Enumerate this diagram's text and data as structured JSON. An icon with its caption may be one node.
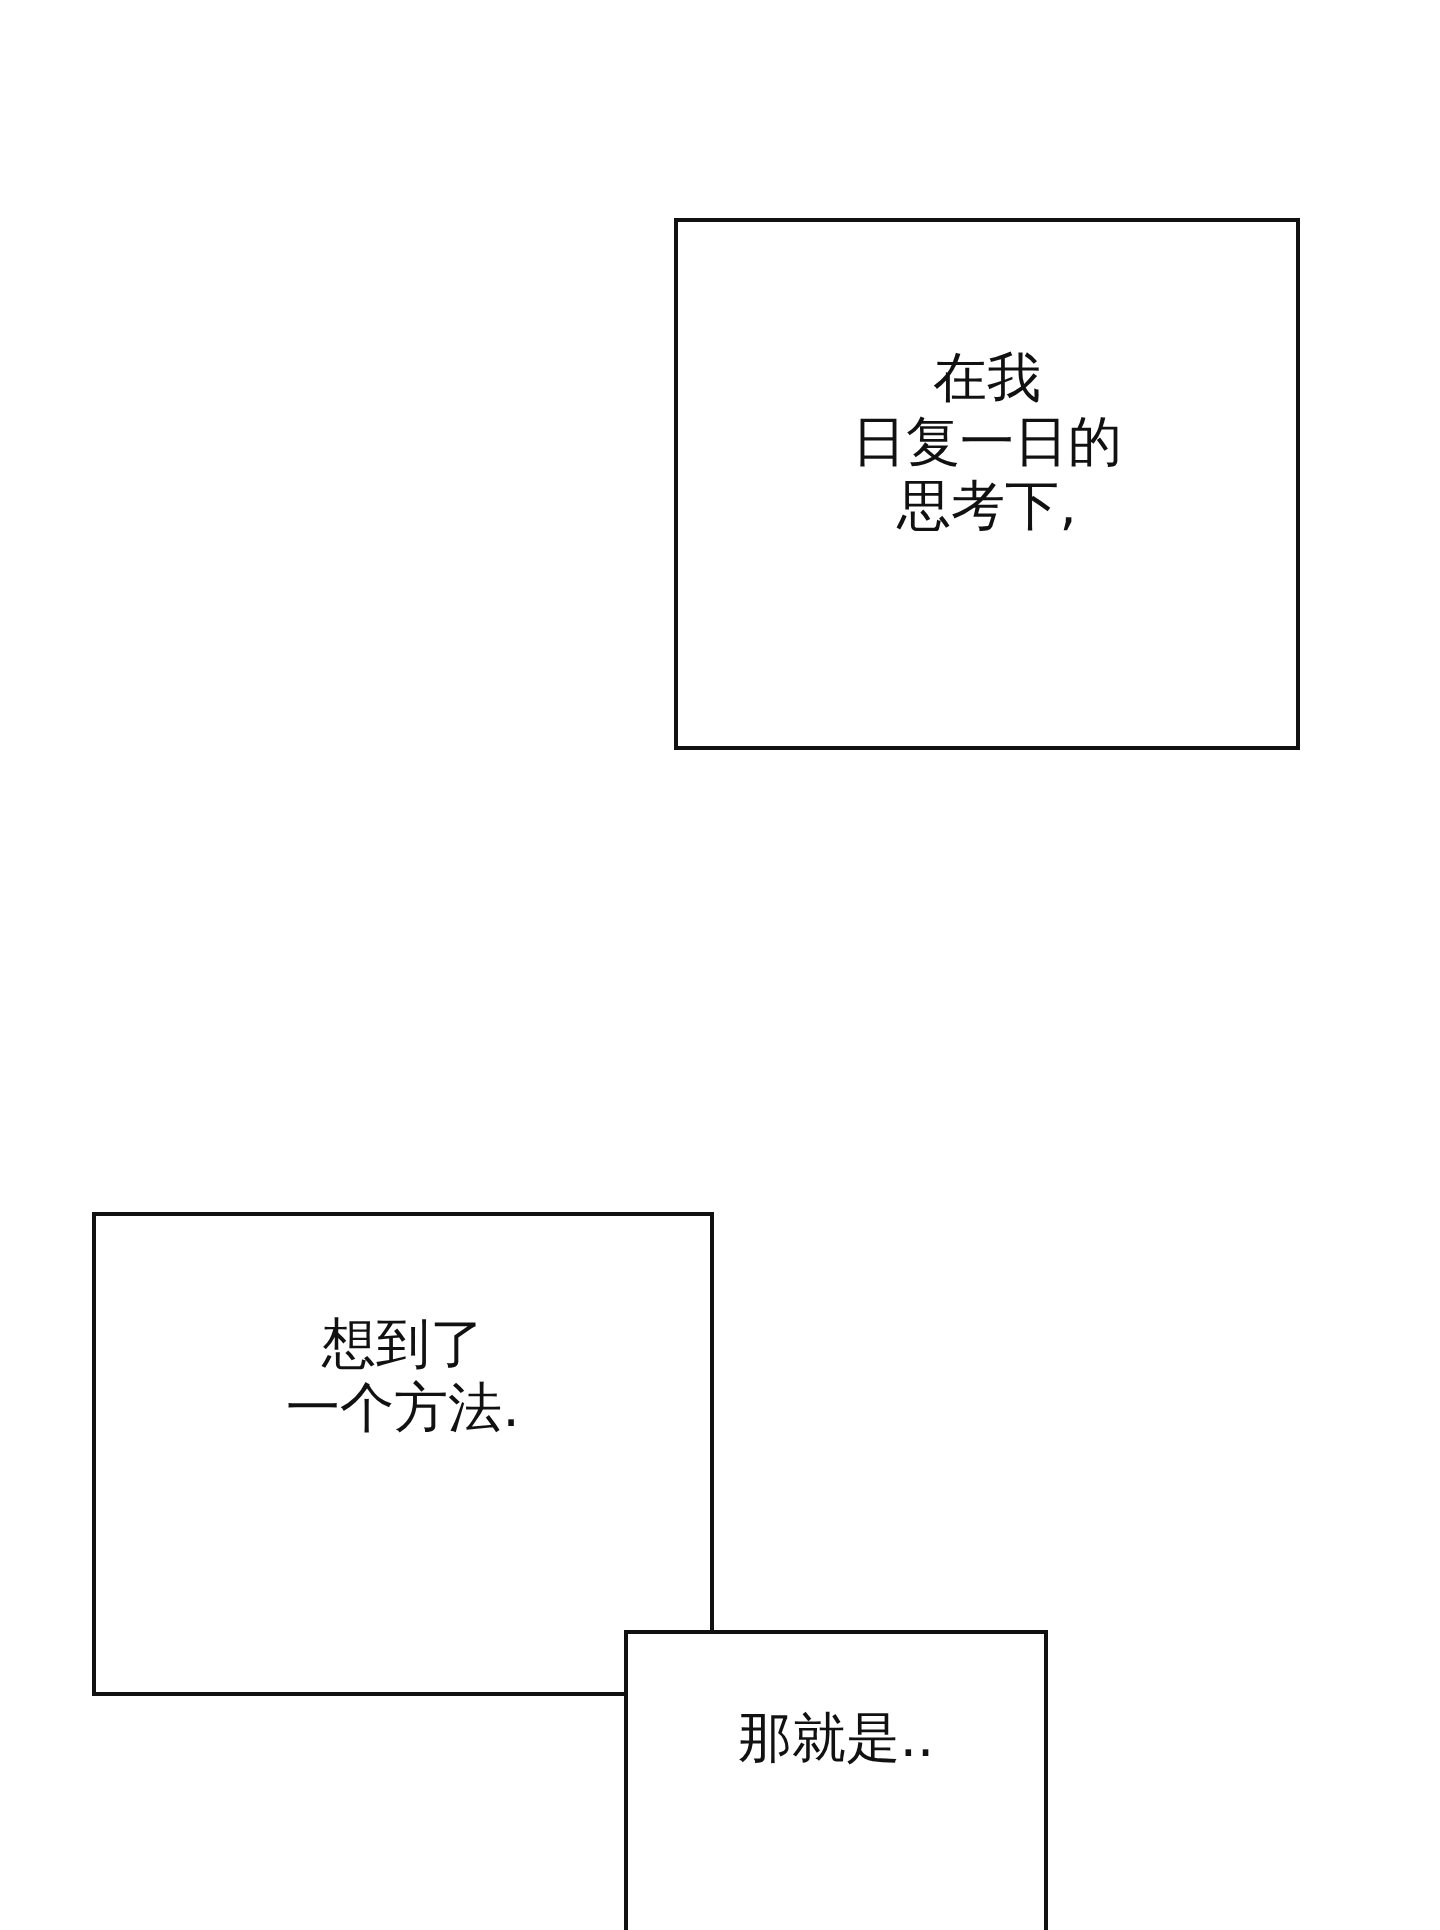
{
  "diagram": {
    "nodes": [
      {
        "text": [
          "在我日复一日的思考下,"
        ]
      },
      {
        "text": [
          "想到了一个方法."
        ]
      },
      {
        "text": [
          "那就是.."
        ]
      }
    ]
  }
}
